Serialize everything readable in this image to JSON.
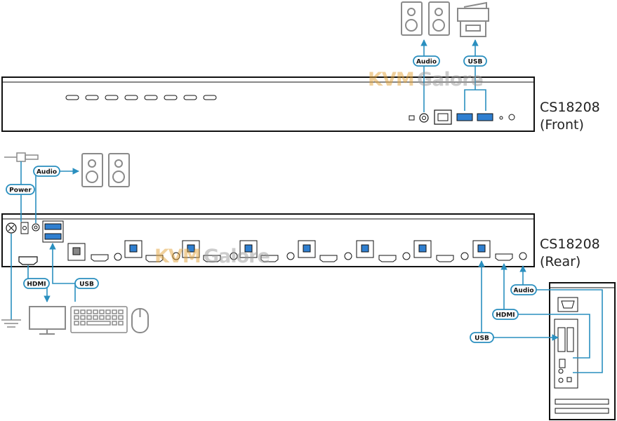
{
  "front": {
    "model": "CS18208",
    "view": "(Front)"
  },
  "rear": {
    "model": "CS18208",
    "view": "(Rear)"
  },
  "labels": {
    "front_audio": "Audio",
    "front_usb": "USB",
    "rear_audio": "Audio",
    "power": "Power",
    "hdmi": "HDMI",
    "usb": "USB",
    "pc_audio": "Audio",
    "pc_hdmi": "HDMI",
    "pc_usb": "USB"
  },
  "watermark": {
    "part1": "KVM",
    "part2": "Galore"
  },
  "colors": {
    "cable": "#2a8fbf",
    "line": "#111111",
    "device": "#8a8a8a",
    "port_usb": "#2f7fd0"
  }
}
